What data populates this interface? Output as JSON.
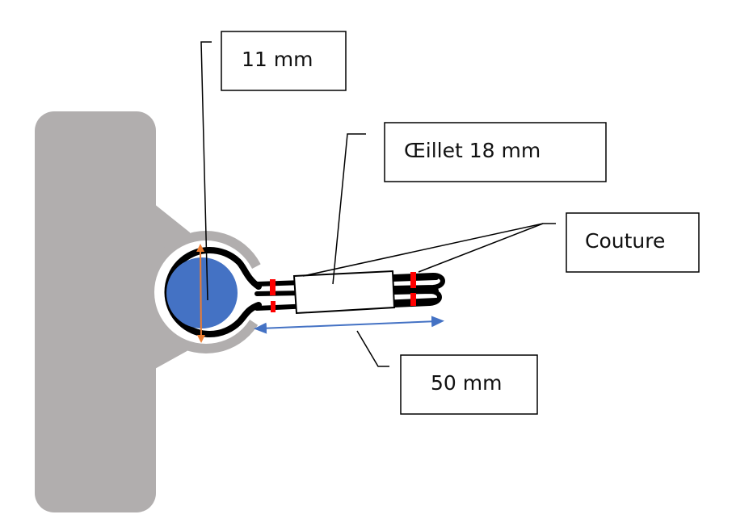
{
  "labels": {
    "diameter": "11 mm",
    "eyelet": "Œillet 18 mm",
    "seam": "Couture",
    "length": "50 mm"
  },
  "colors": {
    "support": "#b1aeae",
    "rod": "#4472c4",
    "strap": "#000000",
    "stitch": "#ff0000",
    "diameter_arrow": "#ed7d31",
    "length_arrow": "#4472c4",
    "eyelet_fill": "#ffffff",
    "box_border": "#000000"
  }
}
